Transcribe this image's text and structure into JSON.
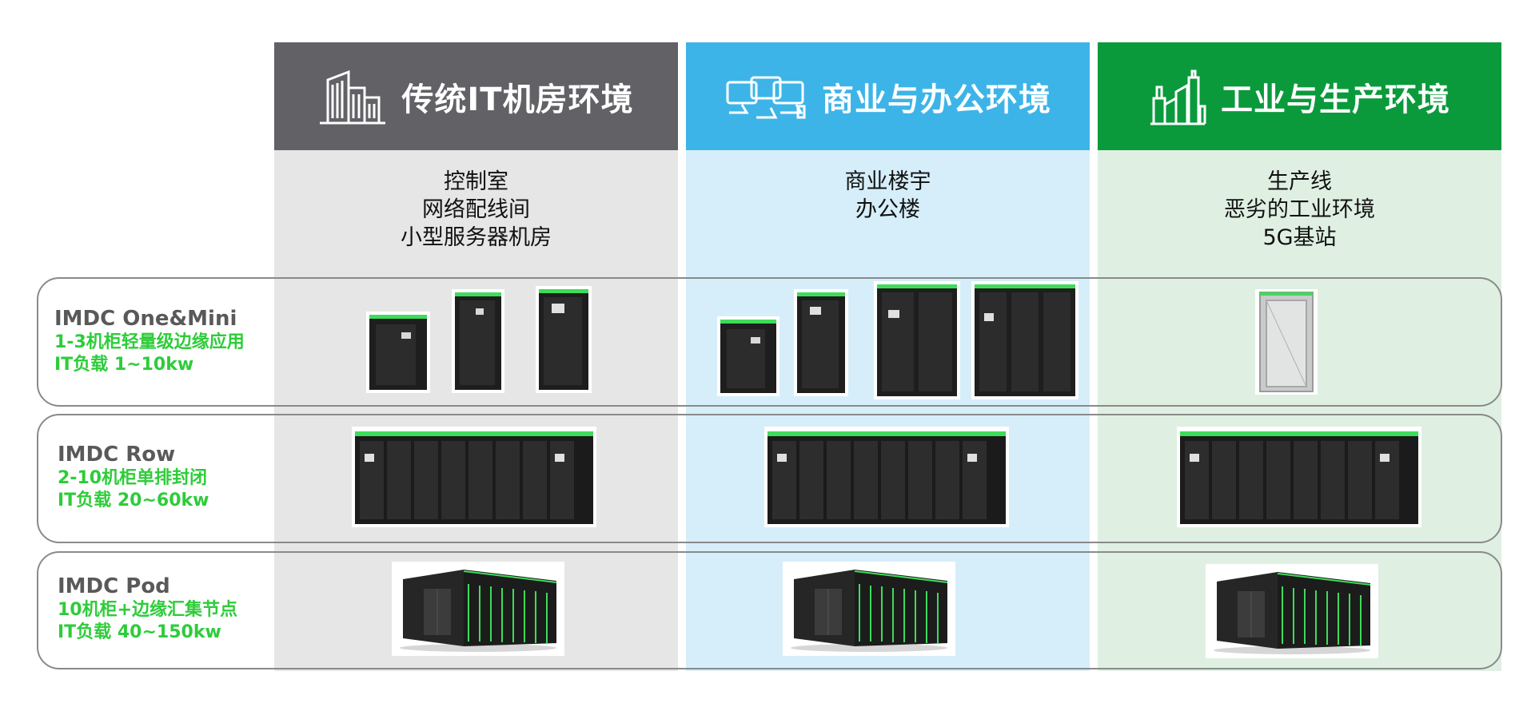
{
  "columns": [
    {
      "title": "传统IT机房环境",
      "icon": "office-building-icon",
      "header_color": "#616166",
      "bg_color": "#e6e6e6",
      "scenarios": [
        "控制室",
        "网络配线间",
        "小型服务器机房"
      ]
    },
    {
      "title": "商业与办公环境",
      "icon": "office-monitors-icon",
      "header_color": "#3db4e8",
      "bg_color": "#d6eef9",
      "scenarios": [
        "商业楼宇",
        "办公楼"
      ]
    },
    {
      "title": "工业与生产环境",
      "icon": "factory-icon",
      "header_color": "#0a9a3c",
      "bg_color": "#dff0e2",
      "scenarios": [
        "生产线",
        "恶劣的工业环境",
        "5G基站"
      ]
    }
  ],
  "rows": [
    {
      "name": "IMDC One&Mini",
      "desc_line1": "1-3机柜轻量级边缘应用",
      "desc_line2": "IT负载 1~10kw",
      "product_image": "single-cabinet-icon"
    },
    {
      "name": "IMDC Row",
      "desc_line1": "2-10机柜单排封闭",
      "desc_line2": "IT负载 20~60kw",
      "product_image": "cabinet-row-icon"
    },
    {
      "name": "IMDC Pod",
      "desc_line1": "10机柜+边缘汇集节点",
      "desc_line2": "IT负载 40~150kw",
      "product_image": "containment-pod-icon"
    }
  ],
  "colors": {
    "accent_green": "#2ecc3a",
    "row_label_gray": "#595959",
    "border_gray": "#8a8a8a"
  }
}
